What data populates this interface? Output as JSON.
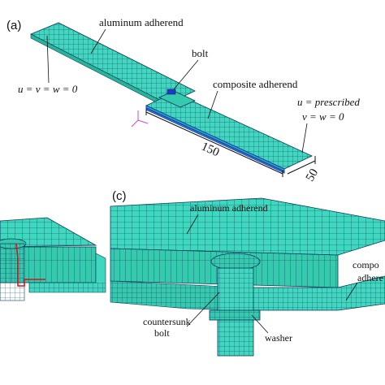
{
  "panel_a": {
    "label": "(a)",
    "aluminum_label": "aluminum adherend",
    "bolt_label": "bolt",
    "composite_label": "composite adherend",
    "bc_fixed": "u = v = w = 0",
    "bc_prescribed_1": "u = prescribed",
    "bc_prescribed_2": "v = w = 0",
    "length_dim": "150",
    "width_dim": "50"
  },
  "panel_c": {
    "label": "(c)",
    "aluminum_label": "aluminum adherend",
    "composite_label_1": "compo",
    "composite_label_2": "adhere",
    "countersunk_label_1": "countersunk",
    "countersunk_label_2": "bolt",
    "washer_label": "washer"
  },
  "colors": {
    "mesh_fill": "#3fd7bd",
    "mesh_fill_dark": "#28b39a",
    "mesh_line": "#0a3c5a",
    "composite_edge": "#1a3cc8",
    "highlight_red": "#d01818"
  }
}
